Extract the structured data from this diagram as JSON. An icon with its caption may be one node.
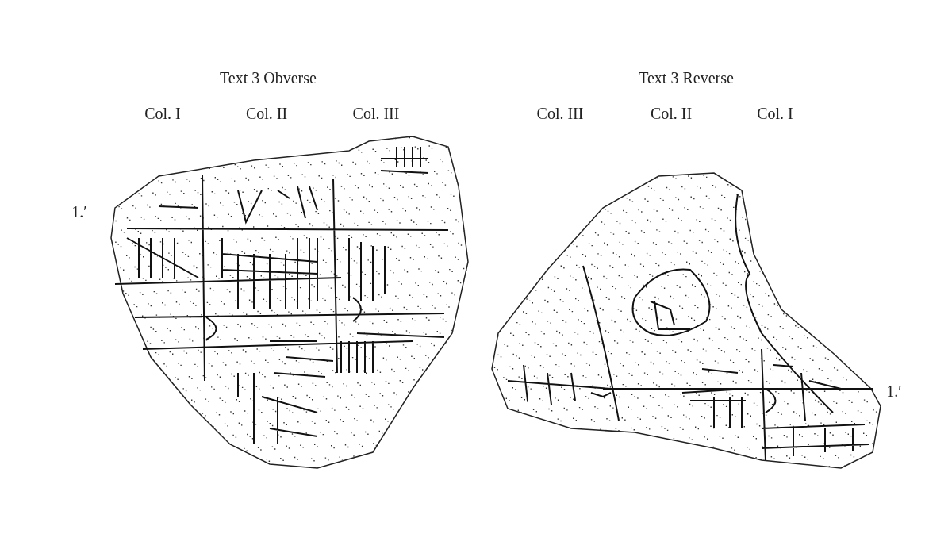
{
  "diagram": {
    "labels": [
      "Text 3 Obverse",
      "Text 3 Reverse",
      "Col. I",
      "Col. II",
      "Col. III",
      "Col. III",
      "Col. II",
      "Col. I",
      "1.′",
      "1.′"
    ]
  }
}
